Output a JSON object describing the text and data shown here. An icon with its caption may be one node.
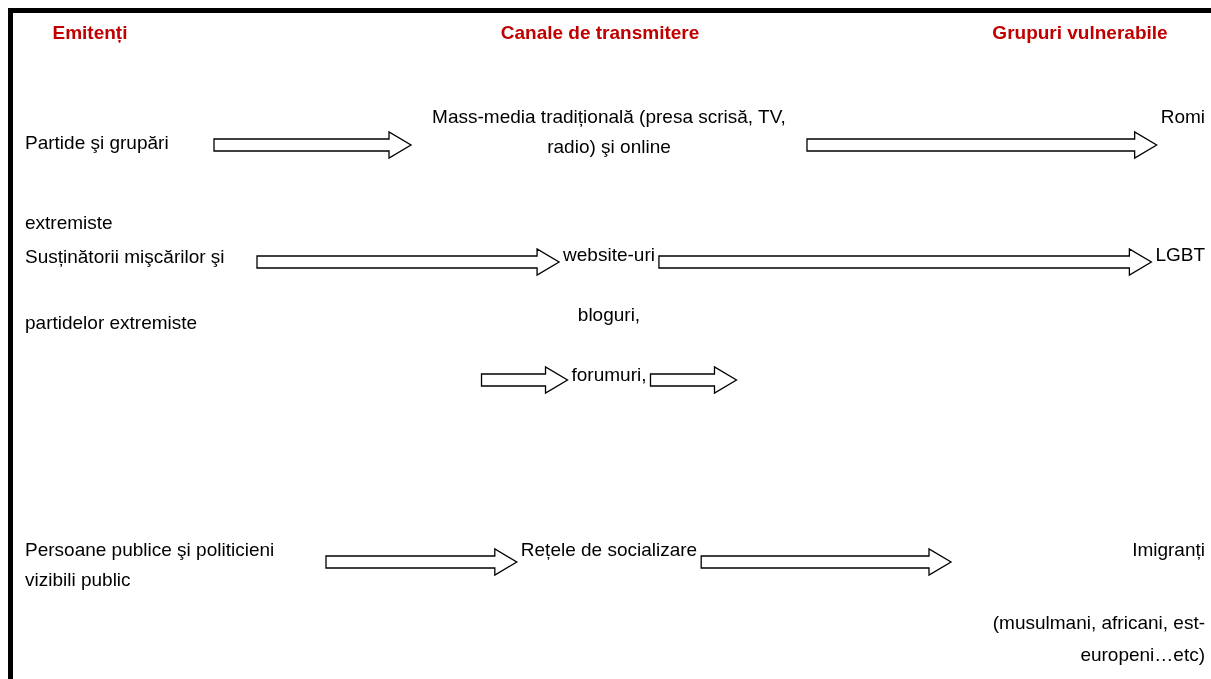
{
  "diagram": {
    "nodes": [
      {
        "text": [
          "Partide şi grupări extremiste"
        ]
      },
      {
        "text": [
          "Susținătorii mişcărilor şi partidelor extremiste"
        ]
      },
      {
        "text": [
          "Persoane publice şi politicieni vizibili public"
        ]
      },
      {
        "text": [
          "Mass-media tradițională (presa scrisă, TV, radio) şi online"
        ]
      },
      {
        "text": [
          "website-uri"
        ]
      },
      {
        "text": [
          "forumuri,"
        ]
      },
      {
        "text": [
          "Rețele de socializare"
        ]
      },
      {
        "text": [
          "Romi"
        ]
      },
      {
        "text": [
          "LGBT"
        ]
      },
      {
        "text": [
          "Imigranți",
          "(musulmani, africani, est-europeni…etc)"
        ]
      }
    ],
    "edges": [
      {
        "from": 0,
        "to": 3,
        "arrow": "to"
      },
      {
        "from": 3,
        "to": 7,
        "arrow": "to"
      },
      {
        "from": 1,
        "to": 4,
        "arrow": "to"
      },
      {
        "from": 4,
        "to": 8,
        "arrow": "to"
      },
      {
        "from": null,
        "to": 5,
        "arrow": "to"
      },
      {
        "from": 5,
        "to": null,
        "arrow": "to"
      },
      {
        "from": 2,
        "to": 6,
        "arrow": "to"
      },
      {
        "from": 6,
        "to": 9,
        "arrow": "to"
      }
    ],
    "labels": [
      "Emitenți",
      "Canale de transmitere",
      "Grupuri vulnerabile",
      "bloguri,"
    ]
  }
}
